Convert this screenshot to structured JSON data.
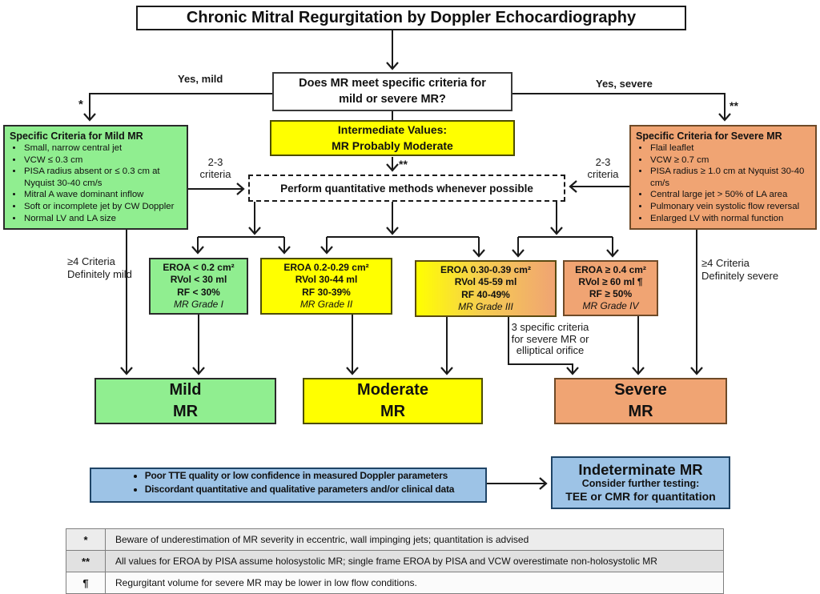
{
  "title": "Chronic Mitral Regurgitation by Doppler Echocardiography",
  "flow": {
    "question": "Does MR  meet specific criteria for\nmild or severe MR?",
    "yes_mild": "Yes, mild",
    "yes_severe": "Yes, severe",
    "star": "*",
    "double_star": "**",
    "criteria_23": "2-3\ncriteria",
    "intermediate": "Intermediate Values:\nMR Probably Moderate",
    "quantitative": "Perform quantitative methods  whenever possible",
    "ge4_mild": "≥4 Criteria\nDefinitely mild",
    "ge4_severe": "≥4 Criteria\nDefinitely severe",
    "severe_3criteria": "3 specific criteria\nfor severe MR or\nelliptical orifice"
  },
  "mild_criteria": {
    "title": "Specific Criteria for Mild MR",
    "bullets": [
      "Small, narrow central jet",
      "VCW ≤ 0.3 cm",
      "PISA radius absent or  ≤ 0.3 cm at Nyquist 30-40 cm/s",
      "Mitral A wave dominant inflow",
      "Soft or incomplete jet by CW Doppler",
      "Normal LV and LA size"
    ]
  },
  "severe_criteria": {
    "title": "Specific Criteria for Severe MR",
    "bullets": [
      "Flail leaflet",
      "VCW  ≥ 0.7 cm",
      "PISA radius ≥ 1.0 cm at Nyquist 30-40 cm/s",
      "Central large jet > 50% of LA area",
      "Pulmonary vein systolic flow reversal",
      "Enlarged LV with normal function"
    ]
  },
  "grades": [
    {
      "eroa": "EROA < 0.2 cm²",
      "rvol": "RVol < 30 ml",
      "rf": "RF < 30%",
      "grade": "MR Grade I"
    },
    {
      "eroa": "EROA 0.2-0.29 cm²",
      "rvol": "RVol 30-44 ml",
      "rf": "RF 30-39%",
      "grade": "MR Grade II"
    },
    {
      "eroa": "EROA 0.30-0.39 cm²",
      "rvol": "RVol 45-59 ml",
      "rf": "RF 40-49%",
      "grade": "MR Grade III"
    },
    {
      "eroa": "EROA ≥ 0.4 cm²",
      "rvol": "RVol ≥ 60 ml ¶",
      "rf": "RF ≥ 50%",
      "grade": "MR Grade IV"
    }
  ],
  "outcomes": {
    "mild": "Mild\nMR",
    "moderate": "Moderate\nMR",
    "severe": "Severe\nMR"
  },
  "uncertainty": {
    "bullets": [
      "Poor TTE quality or low confidence in measured Doppler parameters",
      "Discordant quantitative and qualitative parameters and/or clinical data"
    ]
  },
  "indeterminate": {
    "title": "Indeterminate MR",
    "line2": "Consider further testing:",
    "line3": "TEE or CMR for quantitation"
  },
  "footnotes": [
    {
      "symbol": "*",
      "text": "Beware of underestimation of MR severity in eccentric, wall impinging jets; quantitation is advised"
    },
    {
      "symbol": "**",
      "text": "All values for EROA by PISA assume holosystolic MR; single frame EROA by PISA and VCW overestimate non-holosystolic MR"
    },
    {
      "symbol": "¶",
      "text": "Regurgitant volume for severe MR may be lower in low flow conditions."
    }
  ],
  "colors": {
    "green": "#90EE90",
    "yellow": "#FFFF00",
    "orange": "#F0A473",
    "blue": "#9DC3E6",
    "line": "#1a1a1a"
  }
}
